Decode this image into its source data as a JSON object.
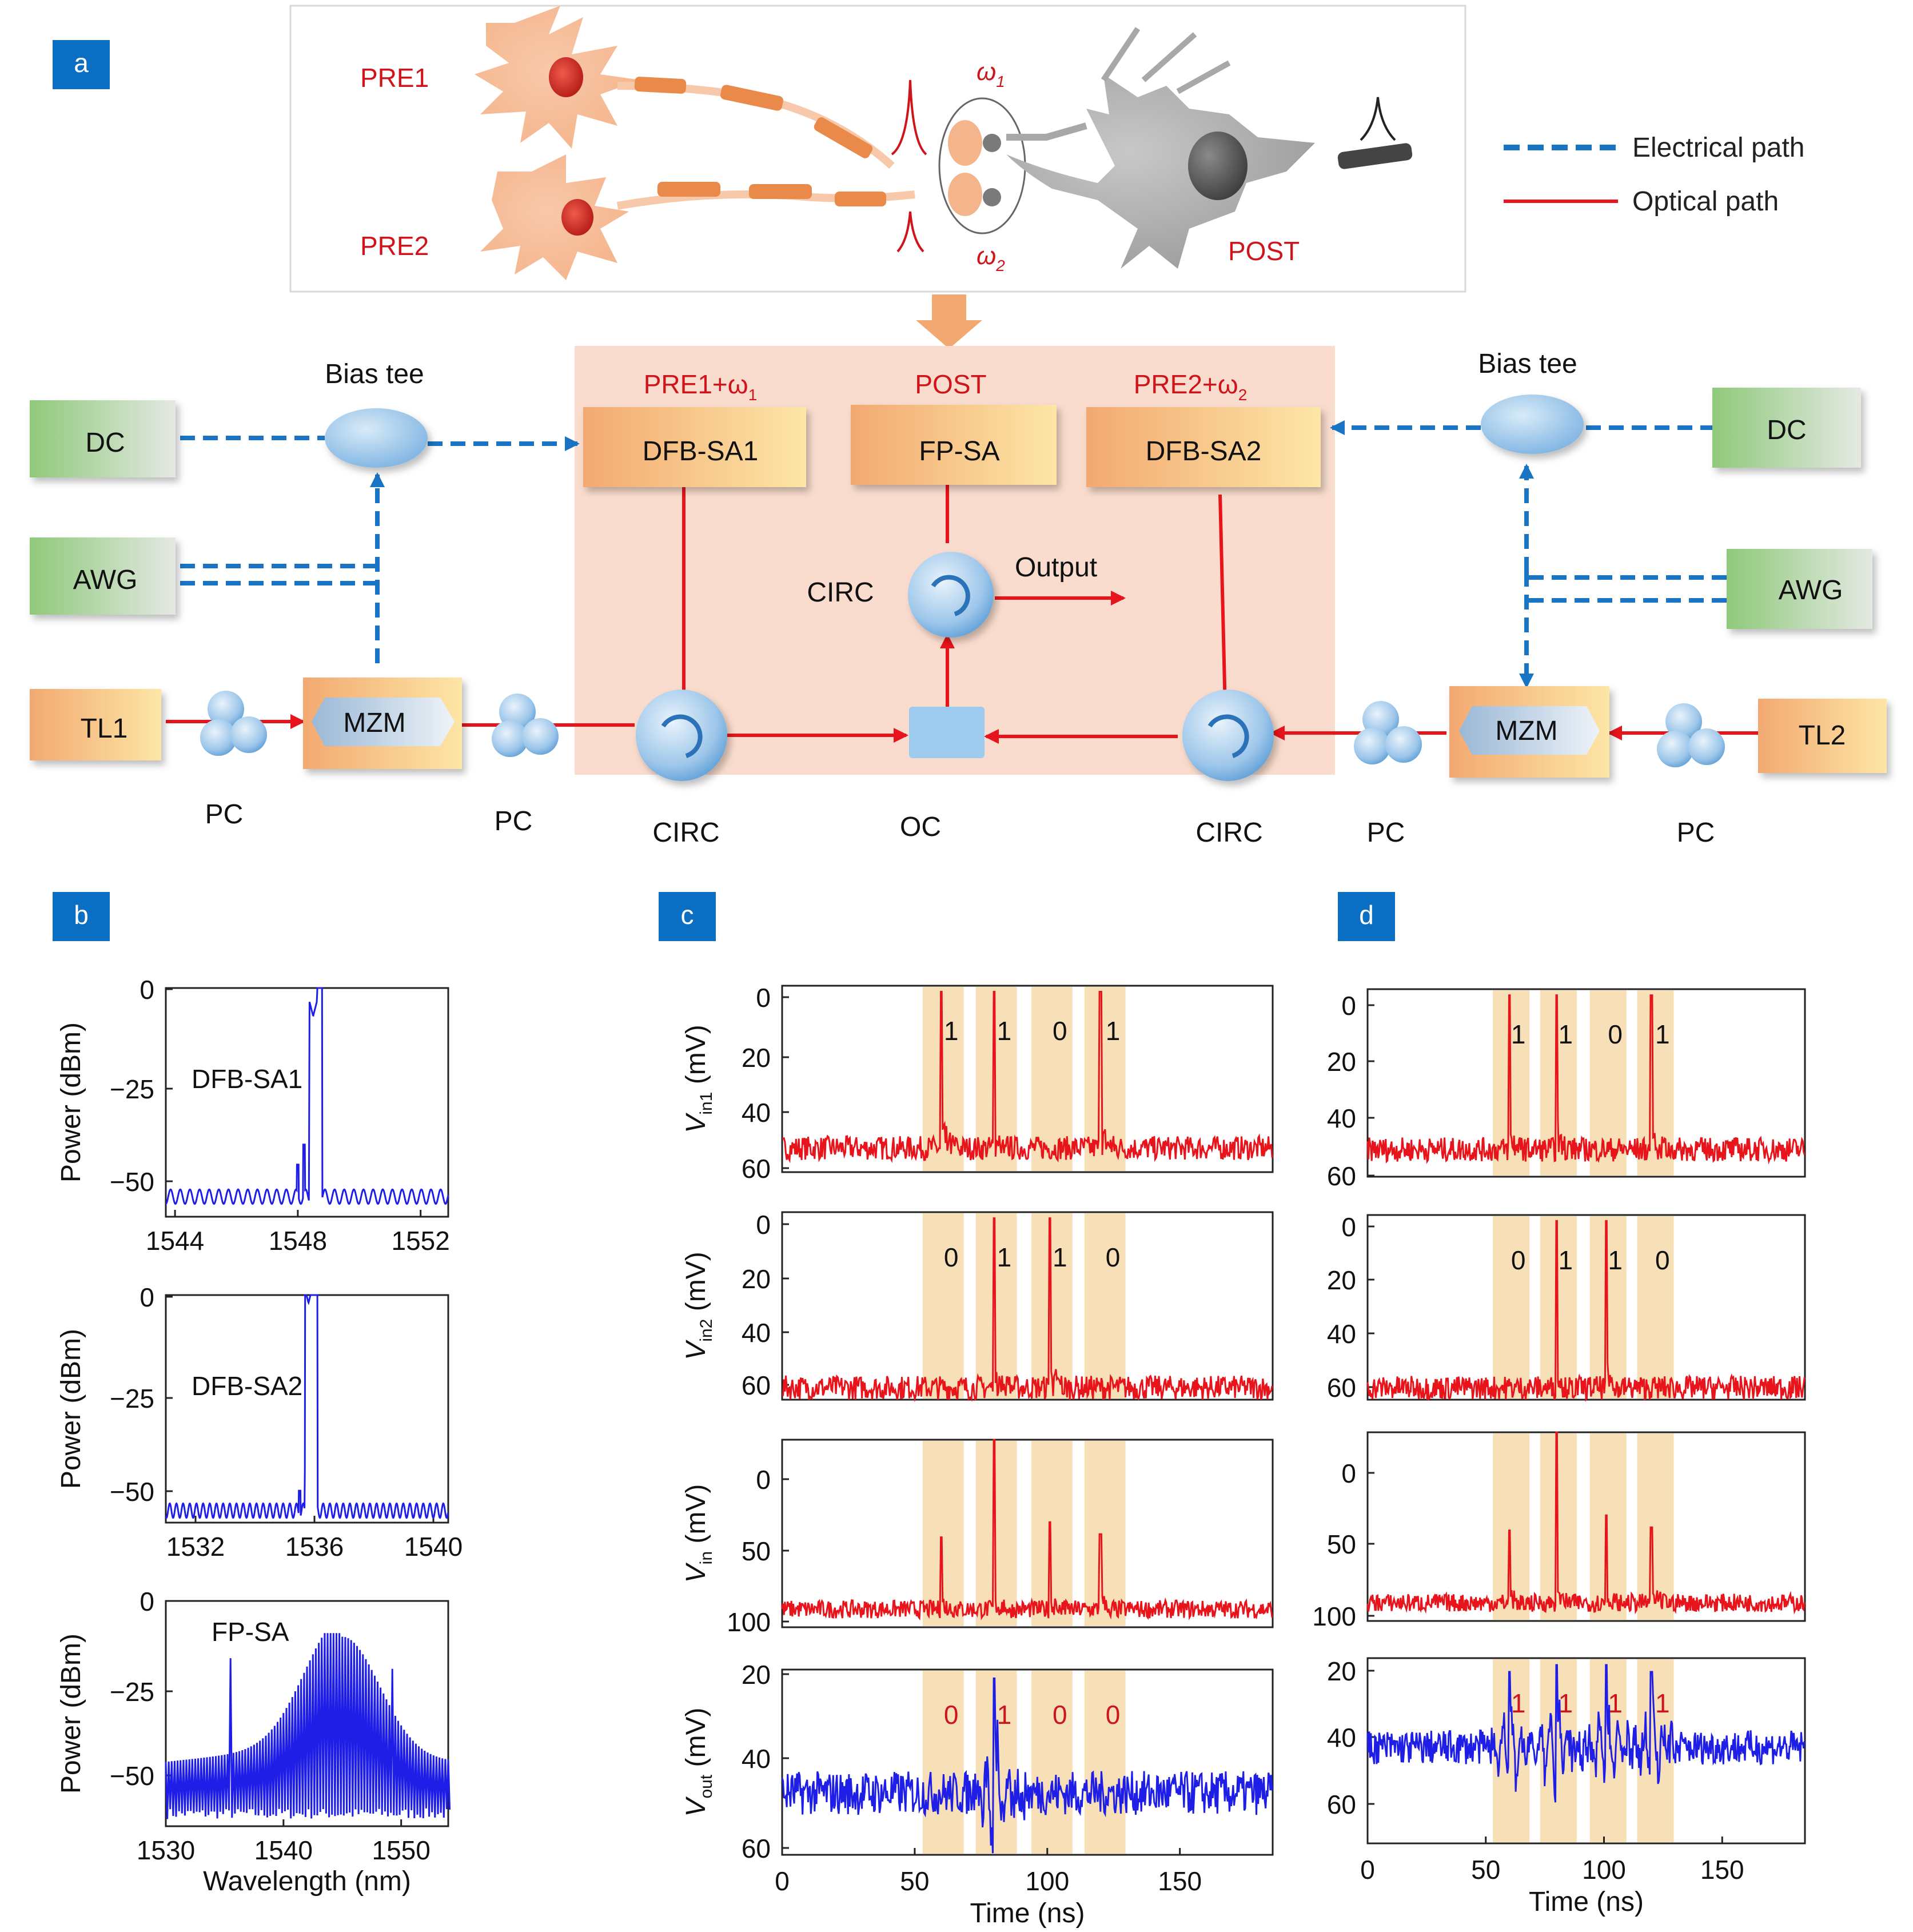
{
  "panel_labels": {
    "a": "a",
    "b": "b",
    "c": "c",
    "d": "d"
  },
  "neuron": {
    "pre1": "PRE1",
    "pre2": "PRE2",
    "post": "POST",
    "w1": "ω",
    "w1_sub": "1",
    "w2": "ω",
    "w2_sub": "2"
  },
  "legend": {
    "electrical": "Electrical path",
    "optical": "Optical path"
  },
  "setup": {
    "bias_tee_left": "Bias tee",
    "bias_tee_right": "Bias tee",
    "dc": "DC",
    "awg": "AWG",
    "tl1": "TL1",
    "tl2": "TL2",
    "mzm": "MZM",
    "pc": "PC",
    "circ": "CIRC",
    "oc": "OC",
    "output": "Output",
    "head_pre1": "PRE1+ω",
    "head_pre1_sub": "1",
    "head_post": "POST",
    "head_pre2": "PRE2+ω",
    "head_pre2_sub": "2",
    "dfb1": "DFB-SA1",
    "fp": "FP-SA",
    "dfb2": "DFB-SA2"
  },
  "colors": {
    "electrical": "#1a74c4",
    "optical": "#e8141b",
    "spectrum": "#1e1ee6",
    "trace_in": "#e8141b",
    "trace_out": "#1e1ee6",
    "bit_shade": "#f7dfb8",
    "label_red": "#d0141b",
    "badge": "#0a6fc2"
  },
  "chart_data": [
    {
      "type": "line",
      "panel": "b",
      "title": "DFB-SA1",
      "ylabel": "Power (dBm)",
      "xlabel": "",
      "xlim": [
        1543.7,
        1552.9
      ],
      "ylim": [
        -57,
        0
      ],
      "xticks": [
        "1544",
        "1548",
        "1552"
      ],
      "yticks": [
        "0",
        "−25",
        "−50"
      ],
      "series": [
        {
          "name": "",
          "peak_x": 1548.5,
          "peak_y": -7,
          "side_modes_y": [
            -31,
            -39,
            -44
          ],
          "floor_y": -52
        }
      ]
    },
    {
      "type": "line",
      "panel": "b",
      "title": "DFB-SA2",
      "ylabel": "Power (dBm)",
      "xlabel": "",
      "xlim": [
        1531,
        1540.5
      ],
      "ylim": [
        -57,
        0
      ],
      "xticks": [
        "1532",
        "1536",
        "1540"
      ],
      "yticks": [
        "0",
        "−25",
        "−50"
      ],
      "series": [
        {
          "name": "",
          "peak_x": 1535.8,
          "peak_y": -2,
          "side_modes_y": [
            -44,
            -49
          ],
          "floor_y": -54
        }
      ]
    },
    {
      "type": "line",
      "panel": "b",
      "title": "FP-SA",
      "ylabel": "Power (dBm)",
      "xlabel": "Wavelength (nm)",
      "xlim": [
        1530,
        1554
      ],
      "ylim": [
        -63,
        0
      ],
      "xticks": [
        "1530",
        "1540",
        "1550"
      ],
      "yticks": [
        "0",
        "−25",
        "−50"
      ],
      "series": [
        {
          "name": "",
          "mode_spacing_nm": 0.25,
          "envelope_peak_x": 1545,
          "envelope_peak_y": -10,
          "side_peaks": [
            [
              1535.5,
              -16
            ],
            [
              1549.3,
              -19
            ]
          ],
          "floor_y": -63
        }
      ]
    },
    {
      "type": "line",
      "panel": "c",
      "ylabel": "V",
      "ylabel_sub": "in1",
      "ylabel_unit": "(mV)",
      "xlim": [
        0,
        185
      ],
      "ylim": [
        0,
        62
      ],
      "yticks": [
        "0",
        "20",
        "40",
        "60"
      ],
      "bits": [
        "1",
        "1",
        "0",
        "1"
      ],
      "spike_times": [
        60,
        80,
        120
      ],
      "spike_heights": [
        60,
        60,
        60
      ],
      "baseline": 8
    },
    {
      "type": "line",
      "panel": "c",
      "ylabel": "V",
      "ylabel_sub": "in2",
      "ylabel_unit": "(mV)",
      "xlim": [
        0,
        185
      ],
      "ylim": [
        0,
        62
      ],
      "yticks": [
        "0",
        "20",
        "40",
        "60"
      ],
      "bits": [
        "0",
        "1",
        "1",
        "0"
      ],
      "spike_times": [
        80,
        101
      ],
      "spike_heights": [
        60,
        60
      ],
      "baseline": 4
    },
    {
      "type": "line",
      "panel": "c",
      "ylabel": "V",
      "ylabel_sub": "in",
      "ylabel_unit": "(mV)",
      "xlim": [
        0,
        185
      ],
      "ylim": [
        0,
        125
      ],
      "yticks": [
        "0",
        "50",
        "100"
      ],
      "spike_times": [
        60,
        80,
        101,
        120
      ],
      "spike_heights": [
        60,
        125,
        70,
        62
      ],
      "baseline": 12
    },
    {
      "type": "line",
      "panel": "c",
      "ylabel": "V",
      "ylabel_sub": "out",
      "ylabel_unit": "(mV)",
      "xlabel": "Time (ns)",
      "xlim": [
        0,
        185
      ],
      "ylim": [
        20,
        62
      ],
      "xticks": [
        "0",
        "50",
        "100",
        "150"
      ],
      "yticks": [
        "20",
        "40",
        "60"
      ],
      "bits": [
        "0",
        "1",
        "0",
        "0"
      ],
      "baseline": 34,
      "spike_times": [
        80
      ],
      "spike_heights": [
        60
      ]
    },
    {
      "type": "line",
      "panel": "d",
      "ylabel": "",
      "xlim": [
        0,
        185
      ],
      "ylim": [
        0,
        62
      ],
      "yticks": [
        "0",
        "20",
        "40",
        "60"
      ],
      "bits": [
        "1",
        "1",
        "0",
        "1"
      ],
      "spike_times": [
        60,
        80,
        120
      ],
      "spike_heights": [
        60,
        60,
        60
      ],
      "baseline": 9
    },
    {
      "type": "line",
      "panel": "d",
      "ylabel": "",
      "xlim": [
        0,
        185
      ],
      "ylim": [
        0,
        62
      ],
      "yticks": [
        "0",
        "20",
        "40",
        "60"
      ],
      "bits": [
        "0",
        "1",
        "1",
        "0"
      ],
      "spike_times": [
        80,
        101
      ],
      "spike_heights": [
        60,
        60
      ],
      "baseline": 4
    },
    {
      "type": "line",
      "panel": "d",
      "ylabel": "",
      "xlim": [
        0,
        185
      ],
      "ylim": [
        0,
        125
      ],
      "yticks": [
        "0",
        "50",
        "100"
      ],
      "spike_times": [
        60,
        80,
        101,
        120
      ],
      "spike_heights": [
        60,
        125,
        70,
        62
      ],
      "baseline": 12
    },
    {
      "type": "line",
      "panel": "d",
      "ylabel": "",
      "xlabel": "Time (ns)",
      "xlim": [
        0,
        185
      ],
      "ylim": [
        8,
        62
      ],
      "xticks": [
        "0",
        "50",
        "100",
        "150"
      ],
      "yticks": [
        "20",
        "40",
        "60"
      ],
      "bits": [
        "1",
        "1",
        "1",
        "1"
      ],
      "baseline": 36,
      "spike_times": [
        60,
        80,
        101,
        120
      ],
      "spike_heights": [
        58,
        60,
        60,
        58
      ]
    }
  ]
}
